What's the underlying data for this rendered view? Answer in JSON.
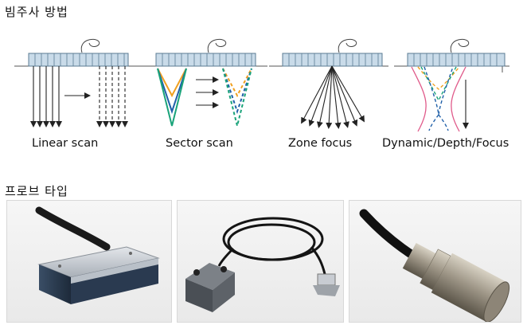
{
  "sections": {
    "beam_method_title": "빔주사 방법",
    "probe_type_title": "프로브 타입"
  },
  "scan_methods": [
    {
      "label": "Linear scan"
    },
    {
      "label": "Sector scan"
    },
    {
      "label": "Zone focus"
    },
    {
      "label": "Dynamic/Depth/Focus"
    }
  ],
  "colors": {
    "array_fill": "#c9dbe9",
    "array_stroke": "#5b7b93",
    "sector_orange": "#f0a020",
    "sector_blue": "#1f5fa8",
    "sector_green": "#1aa37a",
    "focus_pink": "#e05a8a"
  },
  "probes": [
    {
      "name": "rectangular-array-probe"
    },
    {
      "name": "wedge-probe-with-cable"
    },
    {
      "name": "cylindrical-immersion-probe"
    }
  ]
}
